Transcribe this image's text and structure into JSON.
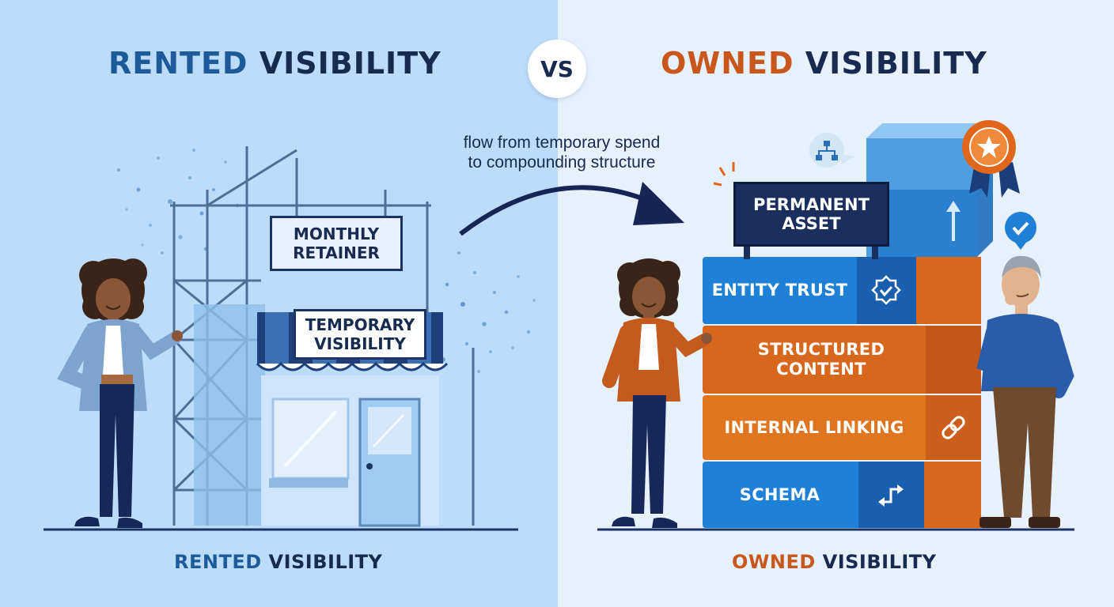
{
  "header": {
    "left": {
      "accent": "RENTED",
      "rest": "VISIBILITY"
    },
    "vs_label": "VS",
    "right": {
      "accent": "OWNED",
      "rest": "VISIBILITY"
    }
  },
  "flow_note": {
    "line1": "flow from temporary spend",
    "line2": "to compounding structure"
  },
  "rented": {
    "sign_monthly": {
      "line1": "MONTHLY",
      "line2": "RETAINER"
    },
    "sign_temporary": {
      "line1": "TEMPORARY",
      "line2": "VISIBILITY"
    },
    "caption": {
      "accent": "RENTED",
      "rest": "VISIBILITY"
    }
  },
  "owned": {
    "sign_permanent": {
      "line1": "PERMANENT",
      "line2": "ASSET"
    },
    "blocks": [
      {
        "line1": "ENTITY TRUST",
        "line2": "",
        "icon": "verified-badge-icon",
        "color": "#1f80d8"
      },
      {
        "line1": "STRUCTURED",
        "line2": "CONTENT",
        "icon": "",
        "color": "#d8671e"
      },
      {
        "line1": "INTERNAL LINKING",
        "line2": "",
        "icon": "link-icon",
        "color": "#d8671e"
      },
      {
        "line1": "SCHEMA",
        "line2": "",
        "icon": "swap-arrows-icon",
        "color": "#1f80d8"
      }
    ],
    "caption": {
      "accent": "OWNED",
      "rest": "VISIBILITY"
    }
  },
  "colors": {
    "left_background": "#bcdcfa",
    "right_background": "#e6f1fc",
    "navy": "#172a4f",
    "accent_blue": "#1d5a9a",
    "accent_orange": "#c9561a",
    "block_blue": "#1f80d8",
    "block_orange": "#d8671e"
  }
}
